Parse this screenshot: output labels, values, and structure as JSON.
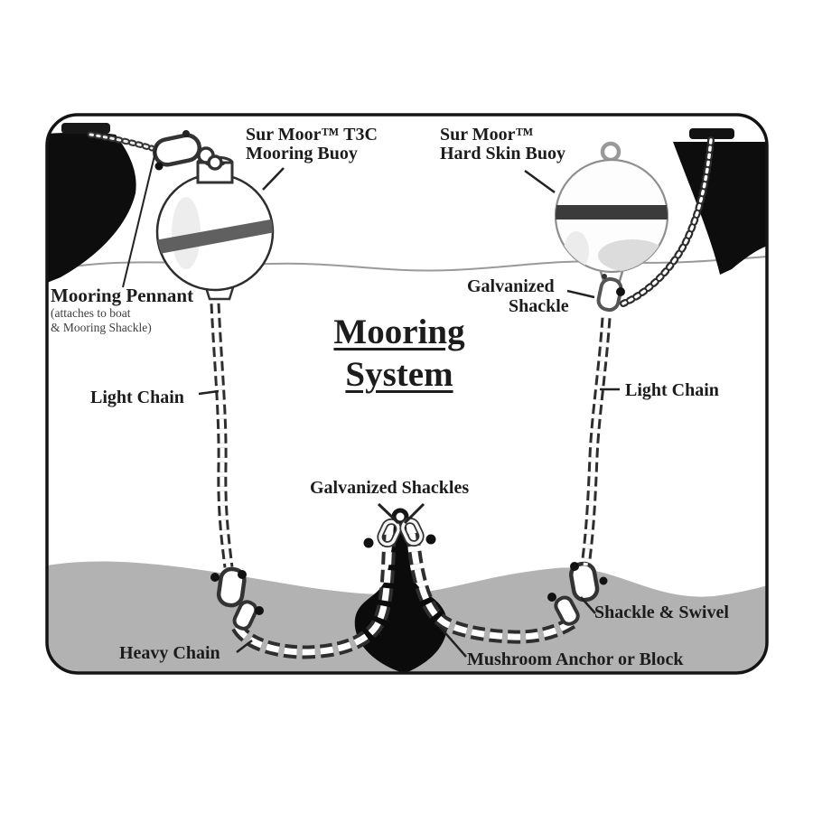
{
  "diagram": {
    "title_line1": "Mooring",
    "title_line2": "System",
    "label_t3c_line1": "Sur Moor™ T3C",
    "label_t3c_line2": "Mooring Buoy",
    "label_hardskin_line1": "Sur Moor™",
    "label_hardskin_line2": "Hard Skin Buoy",
    "label_pennant_title": "Mooring Pennant",
    "label_pennant_sub1": "(attaches to boat",
    "label_pennant_sub2": "& Mooring Shackle)",
    "label_galv_shackle_line1": "Galvanized",
    "label_galv_shackle_line2": "Shackle",
    "label_light_chain_left": "Light Chain",
    "label_light_chain_right": "Light Chain",
    "label_galv_shackles": "Galvanized Shackles",
    "label_shackle_swivel": "Shackle & Swivel",
    "label_heavy_chain": "Heavy Chain",
    "label_mushroom_anchor": "Mushroom Anchor or Block"
  },
  "colors": {
    "ink": "#1c1c1c",
    "seabed_gray": "#b2b2b2",
    "hull_black": "#0d0d0d",
    "buoy_band_left": "#606060",
    "buoy_band_right": "#3b3b3b",
    "waterline_gray": "#9a9a9a",
    "anchor_black": "#0b0b0b"
  }
}
